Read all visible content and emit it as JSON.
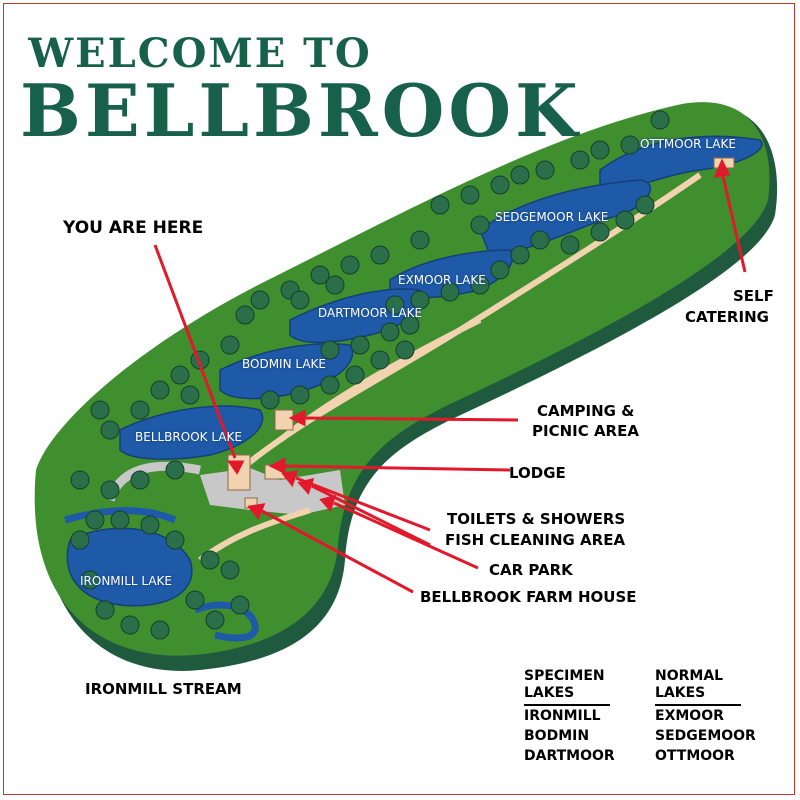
{
  "title": {
    "line1": "WELCOME TO",
    "line2": "BELLBROOK"
  },
  "you_are_here": "YOU ARE HERE",
  "lakes": {
    "ottmoor": "OTTMOOR LAKE",
    "sedgemoor": "SEDGEMOOR LAKE",
    "exmoor": "EXMOOR LAKE",
    "dartmoor": "DARTMOOR LAKE",
    "bodmin": "BODMIN LAKE",
    "bellbrook": "BELLBROOK LAKE",
    "ironmill": "IRONMILL LAKE"
  },
  "facilities": {
    "self_catering_1": "SELF",
    "self_catering_2": "CATERING",
    "camping_1": "CAMPING &",
    "camping_2": "PICNIC AREA",
    "lodge": "LODGE",
    "toilets": "TOILETS & SHOWERS",
    "fish_cleaning": "FISH CLEANING AREA",
    "car_park": "CAR PARK",
    "farm_house": "BELLBROOK FARM HOUSE"
  },
  "stream": "IRONMILL STREAM",
  "legend": {
    "specimen_heading_1": "SPECIMEN",
    "specimen_heading_2": "LAKES",
    "specimen": [
      "IRONMILL",
      "BODMIN",
      "DARTMOOR"
    ],
    "normal_heading_1": "NORMAL",
    "normal_heading_2": "LAKES",
    "normal": [
      "EXMOOR",
      "SEDGEMOOR",
      "OTTMOOR"
    ]
  },
  "colors": {
    "land": "#3f8f2f",
    "land_edge": "#1f5a3f",
    "water": "#1e5aa8",
    "tree": "#2a6e4a",
    "path": "#f2d3b0",
    "car_park": "#c8c8c8",
    "arrow": "#e2182b",
    "title": "#17614a"
  }
}
